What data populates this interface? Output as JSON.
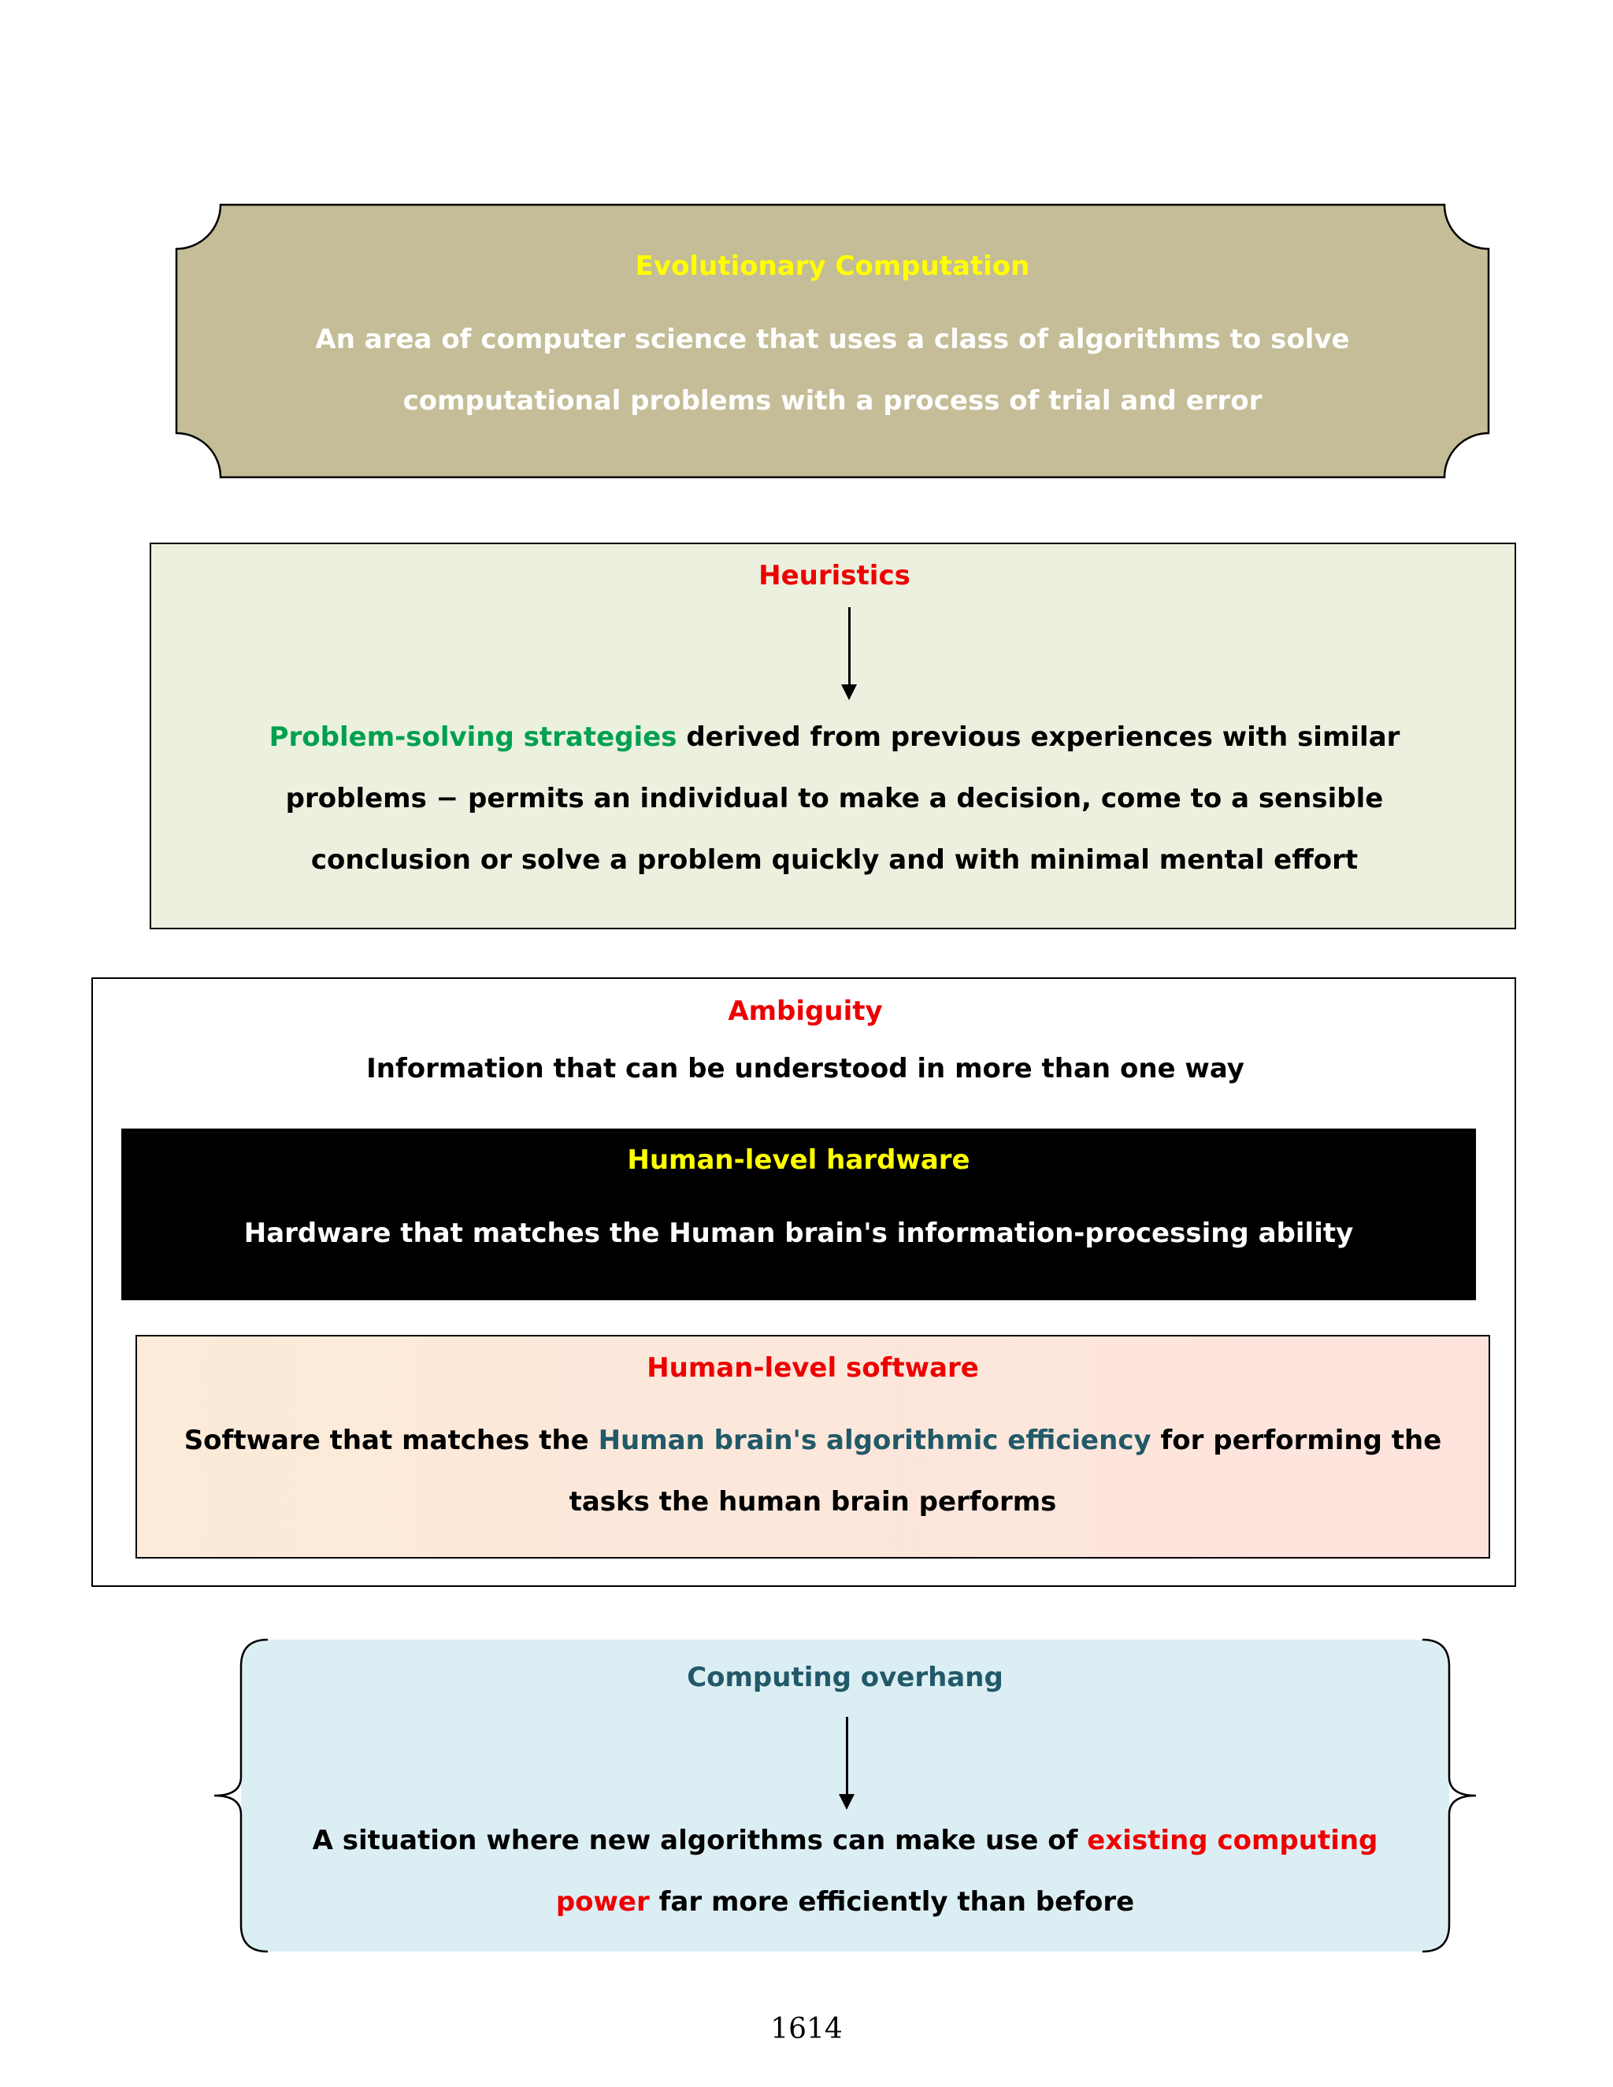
{
  "evolutionary": {
    "title": "Evolutionary Computation",
    "line1": "An area of computer science that uses a class of algorithms to solve",
    "line2": "computational problems with a process of trial and error"
  },
  "heuristics": {
    "title": "Heuristics",
    "line1_highlight": "Problem-solving strategies",
    "line1_rest": " derived from previous experiences with similar",
    "line2": "problems − permits an individual to make a decision, come to a sensible",
    "line3": "conclusion or solve a problem quickly and with minimal mental effort"
  },
  "ambiguity": {
    "title": "Ambiguity",
    "text": "Information that can be understood in more than one way"
  },
  "hardware": {
    "title": "Human-level hardware",
    "text": "Hardware that matches the Human brain's information-processing ability"
  },
  "software": {
    "title": "Human-level software",
    "line1_start": "Software that matches the ",
    "line1_highlight": "Human brain's algorithmic efficiency",
    "line1_end": " for performing the",
    "line2": "tasks the human brain performs"
  },
  "overhang": {
    "title": "Computing overhang",
    "line1_start": "A situation where new algorithms can make use of ",
    "line1_highlight": "existing computing",
    "line2_highlight": "power",
    "line2_rest": " far more efficiently than before"
  },
  "footer": {
    "page_number": "1614"
  },
  "colors": {
    "evolutionary_bg": "#c4bd97",
    "heuristics_bg": "#ebf1de",
    "software_bg": "#fde9d9",
    "overhang_bg": "#dbeef3",
    "hardware_bg": "#000000"
  }
}
